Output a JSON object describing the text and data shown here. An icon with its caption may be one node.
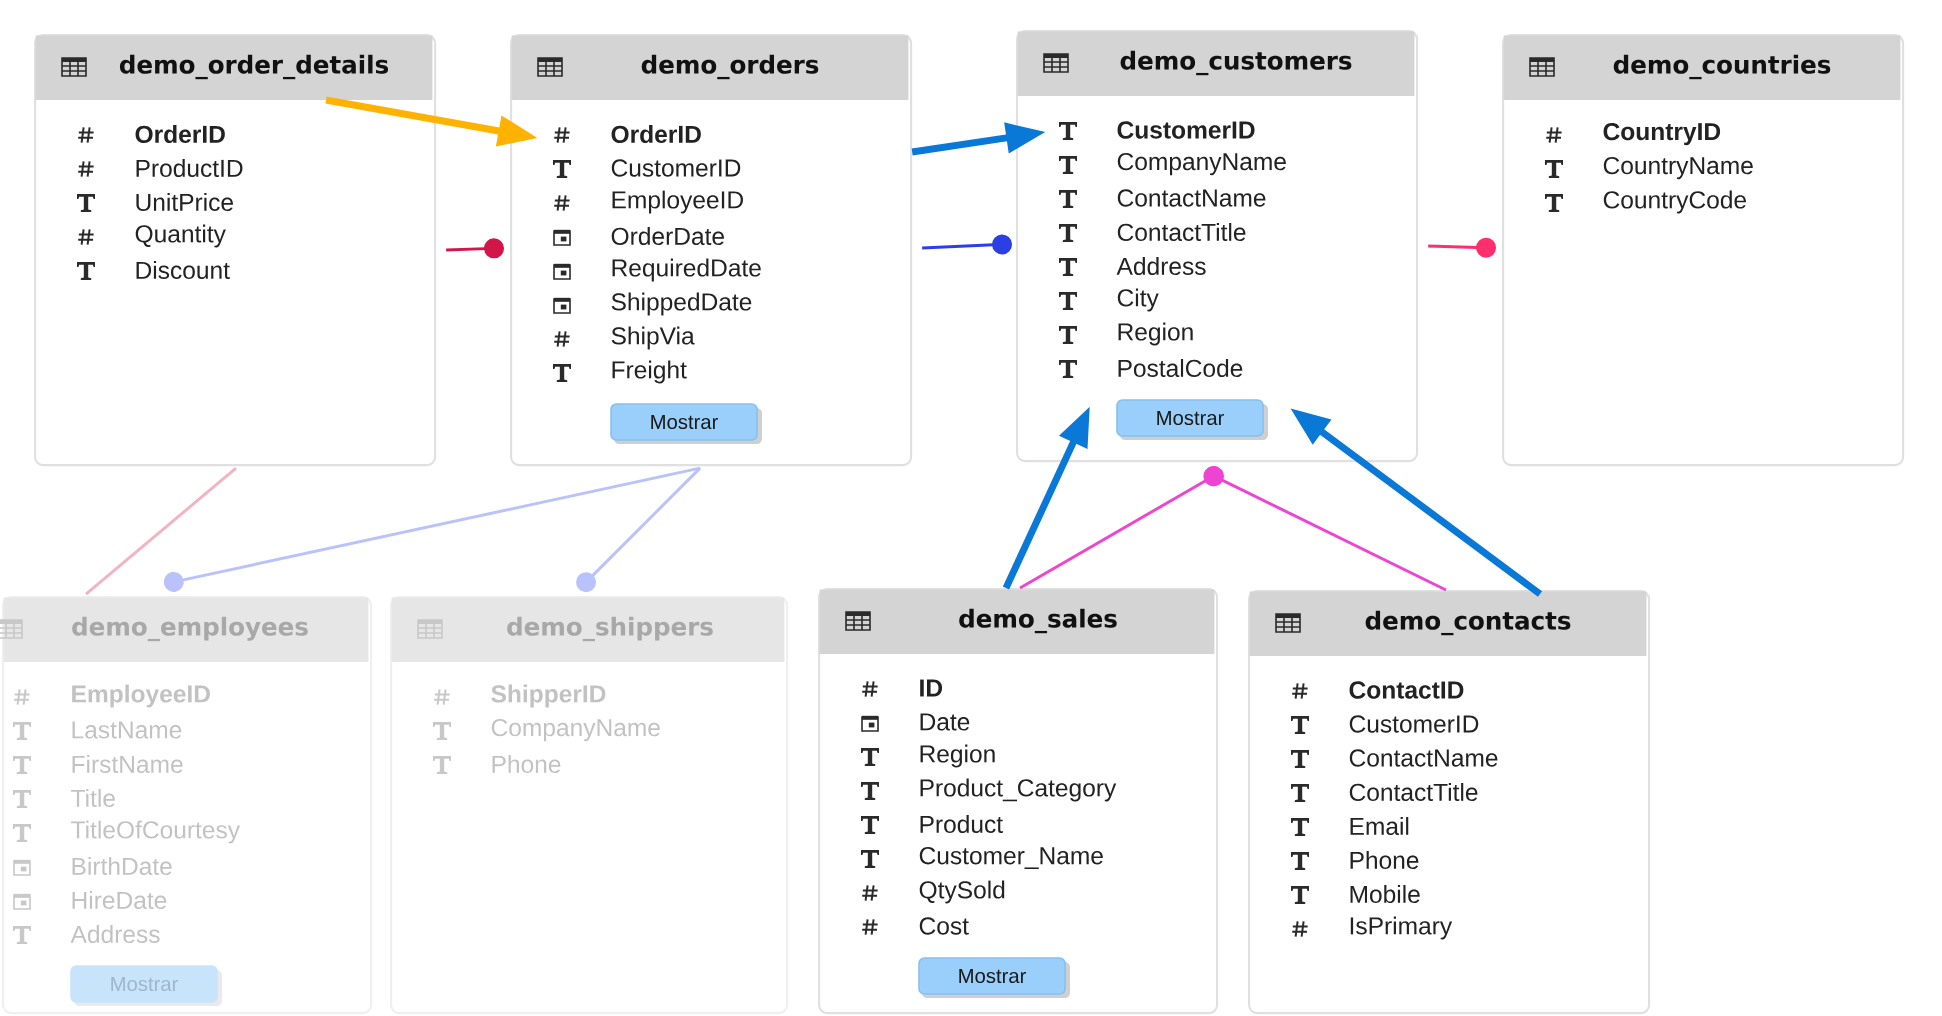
{
  "diagram": {
    "nodes": [
      {
        "text": [
          "demo_order_details",
          "OrderID",
          "ProductID",
          "UnitPrice",
          "Quantity",
          "Discount"
        ]
      },
      {
        "text": [
          "demo_orders",
          "OrderID",
          "CustomerID",
          "EmployeeID",
          "OrderDate",
          "RequiredDate",
          "ShippedDate",
          "ShipVia",
          "Freight"
        ]
      },
      {
        "text": [
          "Mostrar"
        ],
        "in": 1
      },
      {
        "text": [
          "demo_customers",
          "CustomerID",
          "CompanyName",
          "ContactName",
          "ContactTitle",
          "Address",
          "City",
          "Region",
          "PostalCode"
        ]
      },
      {
        "text": [
          "Mostrar"
        ],
        "in": 3
      },
      {
        "text": [
          "demo_countries",
          "CountryID",
          "CountryName",
          "CountryCode"
        ]
      },
      {
        "text": [
          "demo_employees",
          "EmployeeID",
          "LastName",
          "FirstName",
          "Title",
          "TitleOfCourtesy",
          "BirthDate",
          "HireDate",
          "Address"
        ]
      },
      {
        "text": [
          "Mostrar"
        ],
        "in": 6
      },
      {
        "text": [
          "demo_shippers",
          "ShipperID",
          "CompanyName",
          "Phone"
        ]
      },
      {
        "text": [
          "demo_sales",
          "ID",
          "Date",
          "Region",
          "Product_Category",
          "Product",
          "Customer_Name",
          "QtySold",
          "Cost"
        ]
      },
      {
        "text": [
          "Mostrar"
        ],
        "in": 9
      },
      {
        "text": [
          "demo_contacts",
          "ContactID",
          "CustomerID",
          "ContactName",
          "ContactTitle",
          "Email",
          "Phone",
          "Mobile",
          "IsPrimary"
        ]
      }
    ],
    "edges": [
      {
        "from": 0,
        "to": 1,
        "arrow": "to",
        "style": "thick",
        "color": "#ffb200"
      },
      {
        "from": 1,
        "to": 3,
        "arrow": "to",
        "style": "thick",
        "color": "#0a78d6"
      },
      {
        "from": 0,
        "to": 1,
        "arrow": "other",
        "color": "#d2164a"
      },
      {
        "from": 1,
        "to": 3,
        "arrow": "other",
        "color": "#2a40e4"
      },
      {
        "from": 3,
        "to": 5,
        "arrow": "other",
        "color": "#ff2f6d"
      },
      {
        "from": 0,
        "to": 6,
        "arrow": "none",
        "color": "#f2b3c2"
      },
      {
        "from": 1,
        "to": 6,
        "arrow": "other",
        "color": "#b9c2fa"
      },
      {
        "from": 1,
        "to": 8,
        "arrow": "other",
        "color": "#b9c2fa"
      },
      {
        "from": 9,
        "to": 3,
        "arrow": "other",
        "color": "#ee44d2"
      },
      {
        "from": 11,
        "to": 3,
        "arrow": "other",
        "color": "#ee44d2"
      },
      {
        "from": 9,
        "to": 3,
        "arrow": "to",
        "style": "thick",
        "color": "#0a78d6"
      },
      {
        "from": 11,
        "to": 3,
        "arrow": "to",
        "style": "thick",
        "color": "#0a78d6"
      }
    ]
  }
}
